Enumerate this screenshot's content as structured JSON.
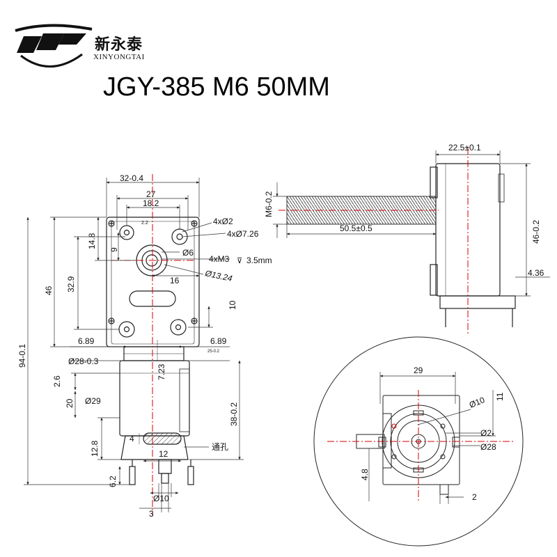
{
  "brand": {
    "logo_icon": "xyt-winged-logo",
    "name_cn": "新永泰",
    "name_en": "XINYONGTAI"
  },
  "title": "JGY-385 M6 50MM",
  "colors": {
    "line": "#222222",
    "centerline": "#d40000"
  },
  "front_view": {
    "dims": {
      "overall_width": "32-0.4",
      "hole_span_outer": "27",
      "hole_span_inner": "18.2",
      "small_2_2": "2.2",
      "d14_8": "14.8",
      "d9": "9",
      "height_46": "46",
      "height_32_9": "32.9",
      "d16": "16",
      "d10": "10",
      "left_6_89": "6.89",
      "right_6_89": "6.89",
      "small_25": "25-0.2",
      "total_94": "94-0.1",
      "neck_dia": "Ø28-0.3",
      "d7_23": "7.23",
      "d2_6": "2.6",
      "d20": "20",
      "motor_dia": "Ø29",
      "motor_len": "38-0.2",
      "d4": "4",
      "d12_8": "12.8",
      "d12": "12",
      "d6_2": "6.2",
      "boss_dia": "Ø10",
      "d3": "3",
      "through_hole": "通孔"
    },
    "callouts": {
      "hole_2": "4xØ2",
      "hole_7_26": "4xØ7.26",
      "shaft_6": "Ø6",
      "thread": "4xM3",
      "thread_depth": "3.5mm",
      "circle_13_24": "Ø13.24"
    }
  },
  "side_view": {
    "dims": {
      "width": "22.5±0.1",
      "screw": "M6-0.2",
      "screw_len": "50.5±0.5",
      "height": "46-0.2",
      "offset": "4.36"
    }
  },
  "detail_view": {
    "dims": {
      "width_29": "29",
      "dia_10": "Ø10",
      "d11": "11",
      "dia_2": "Ø2",
      "dia_28": "Ø28",
      "d4_8": "4.8",
      "d2": "2"
    }
  }
}
